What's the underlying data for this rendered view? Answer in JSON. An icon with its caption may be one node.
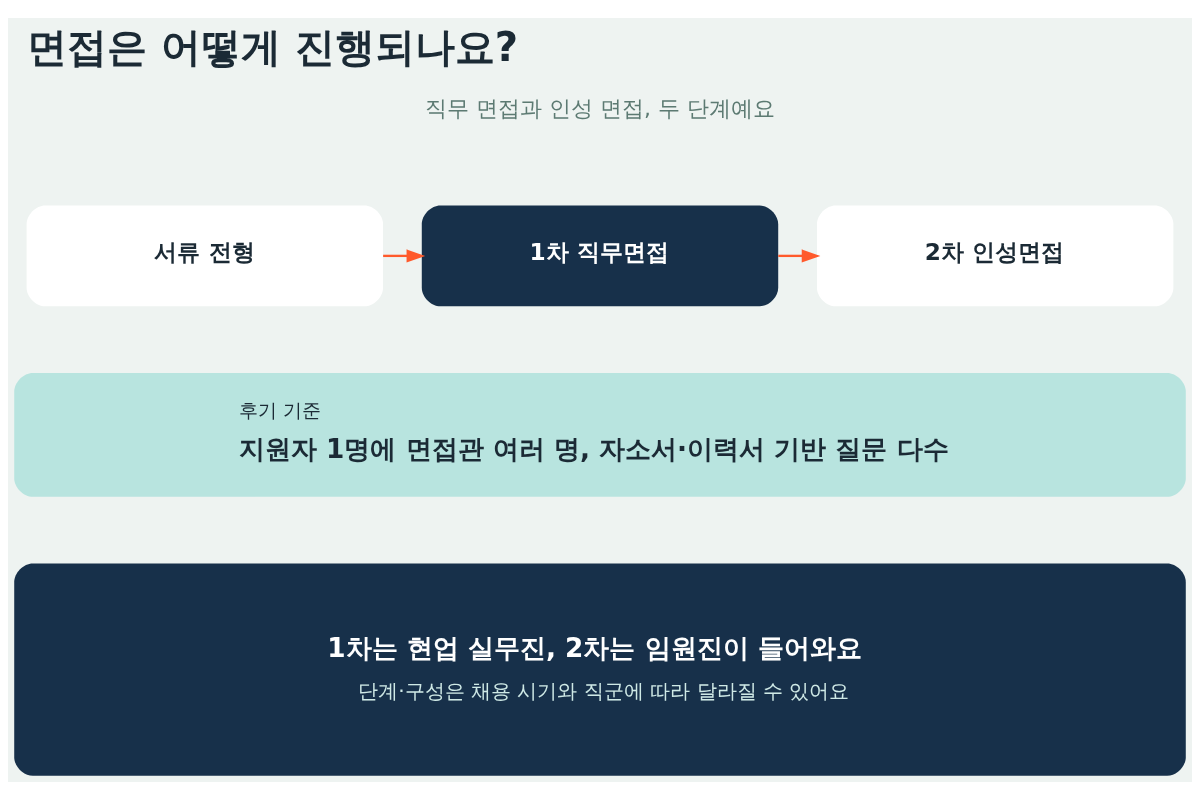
{
  "diagram": {
    "title": "면접은 어떻게 진행되나요?",
    "nodes": [
      {
        "text": [
          "서류 전형"
        ]
      },
      {
        "text": [
          "1차 직무면접"
        ]
      },
      {
        "text": [
          "2차 인성면접"
        ]
      },
      {
        "text": [
          "후기 기준",
          "지원자 1명에 면접관 여러 명, 자소서·이력서 기반 질문 다수"
        ]
      },
      {
        "text": [
          "1차는 현업 실무진, 2차는 임원진이 들어와요",
          "단계·구성은 채용 시기와 직군에 따라 달라질 수 있어요"
        ]
      }
    ],
    "edges": [
      {
        "from": 0,
        "to": 1,
        "arrow": "to"
      },
      {
        "from": 1,
        "to": 2,
        "arrow": "to"
      }
    ],
    "labels": [
      "직무 면접과 인성 면접, 두 단계예요"
    ]
  }
}
